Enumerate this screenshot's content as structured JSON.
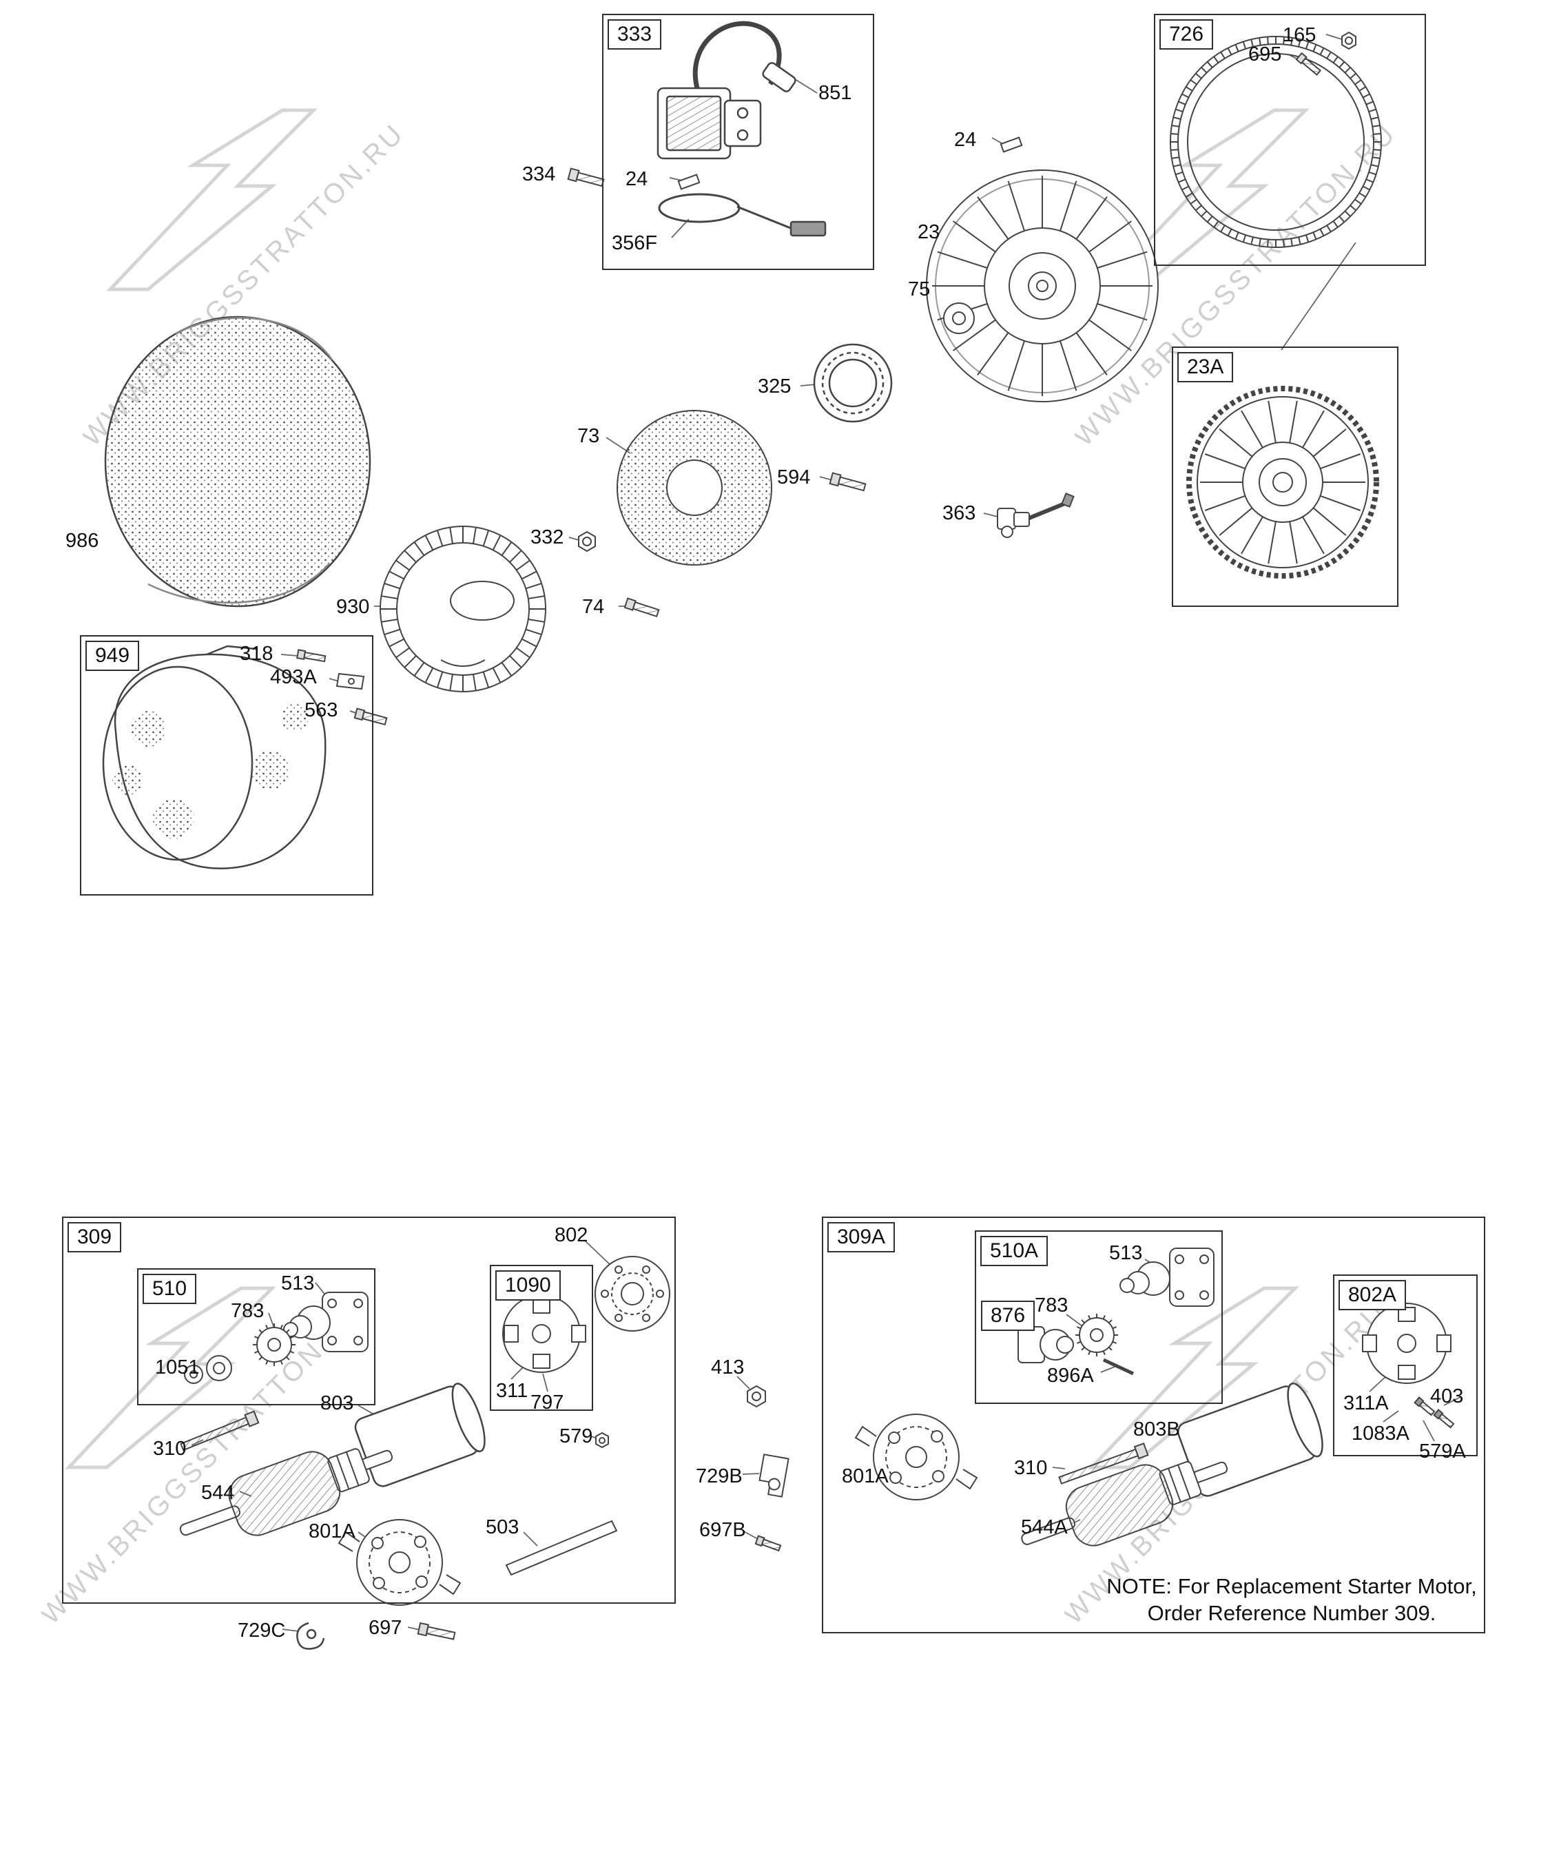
{
  "watermark": {
    "text": "WWW.BRIGGSSTRATTON.RU"
  },
  "boxes": {
    "b333": "333",
    "b726": "726",
    "b23a": "23A",
    "b949": "949",
    "b309": "309",
    "b510": "510",
    "b1090": "1090",
    "b309a": "309A",
    "b510a": "510A",
    "b876": "876",
    "b802a": "802A"
  },
  "labels": {
    "l851": "851",
    "l24a": "24",
    "l334": "334",
    "l356f": "356F",
    "l165": "165",
    "l695": "695",
    "l24b": "24",
    "l23": "23",
    "l75": "75",
    "l325": "325",
    "l594": "594",
    "l363": "363",
    "l986": "986",
    "l73": "73",
    "l332": "332",
    "l930": "930",
    "l74": "74",
    "l318": "318",
    "l493a": "493A",
    "l563": "563",
    "l802": "802",
    "l513a": "513",
    "l783a": "783",
    "l1051": "1051",
    "l311": "311",
    "l797": "797",
    "l803": "803",
    "l310a": "310",
    "l544": "544",
    "l801a_l": "801A",
    "l503": "503",
    "l579": "579",
    "l729c": "729C",
    "l697": "697",
    "l413": "413",
    "l729b": "729B",
    "l697b": "697B",
    "l513b": "513",
    "l783b": "783",
    "l896a": "896A",
    "l311a": "311A",
    "l403": "403",
    "l1083a": "1083A",
    "l579a": "579A",
    "l801a_r": "801A",
    "l310b": "310",
    "l803b": "803B",
    "l544a": "544A"
  },
  "note": {
    "line1": "NOTE: For Replacement Starter Motor,",
    "line2": "Order Reference Number 309."
  }
}
